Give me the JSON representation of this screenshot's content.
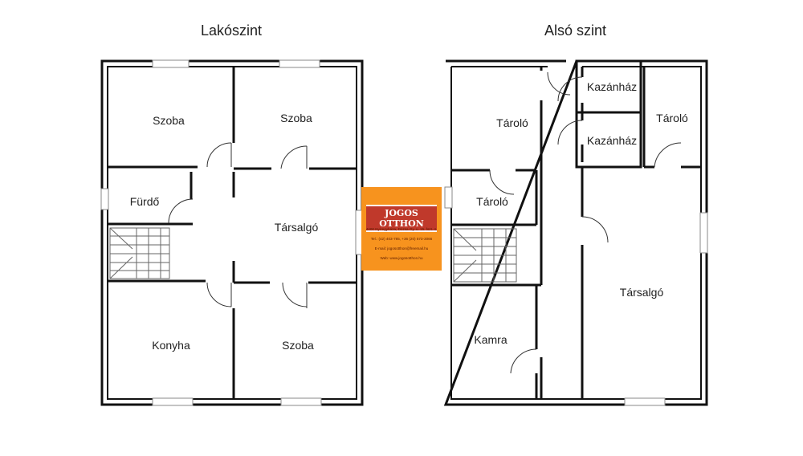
{
  "floors": {
    "upper": {
      "title": "Lakószint",
      "rooms": {
        "szoba_tl": "Szoba",
        "szoba_tr": "Szoba",
        "furdo": "Fürdő",
        "tarsalgo": "Társalgó",
        "konyha": "Konyha",
        "szoba_br": "Szoba"
      }
    },
    "lower": {
      "title": "Alsó szint",
      "rooms": {
        "tarolo_main": "Tároló",
        "kazanhaz_1": "Kazánház",
        "kazanhaz_2": "Kazánház",
        "tarolo_right": "Tároló",
        "tarolo_small": "Tároló",
        "kamra": "Kamra",
        "tarsalgo": "Társalgó"
      }
    }
  },
  "logo": {
    "name": "JOGOS OTTHON",
    "address": "4400 Nyíregyháza, Dózsa Gy. u. 15. fszt. 4.",
    "phone": "Tel.: (42) 403-785, +36 (20) 573-3066",
    "email": "E-mail: jogosotthon@freemail.hu",
    "web": "Web: www.jogosotthon.hu"
  }
}
